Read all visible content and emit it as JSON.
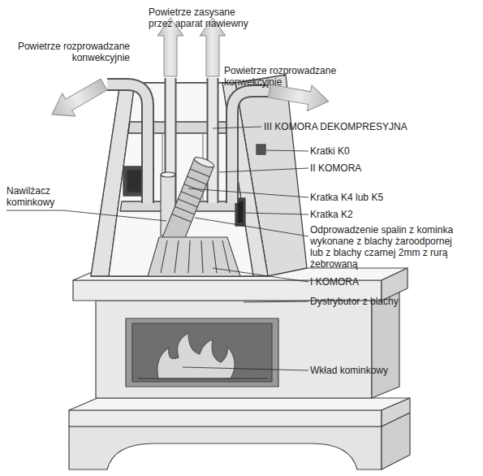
{
  "diagram": {
    "labels": [
      "Powietrze zasysane przez aparat nawiewny",
      "Powietrze rozprowadzane konwekcyjnie",
      "Powietrze rozprowadzane konwekcyjnie",
      "III KOMORA DEKOMPRESYJNA",
      "Kratki K0",
      "II KOMORA",
      "Nawilżacz kominkowy",
      "Kratka K4 lub K5",
      "Kratka K2",
      "Odprowadzenie spalin z kominka wykonane z blachy żaroodpornej lub z blachy czarnej 2mm z rurą żebrowaną",
      "I KOMORA",
      "Dystrybutor z blachy",
      "Wkład kominkowy"
    ]
  }
}
